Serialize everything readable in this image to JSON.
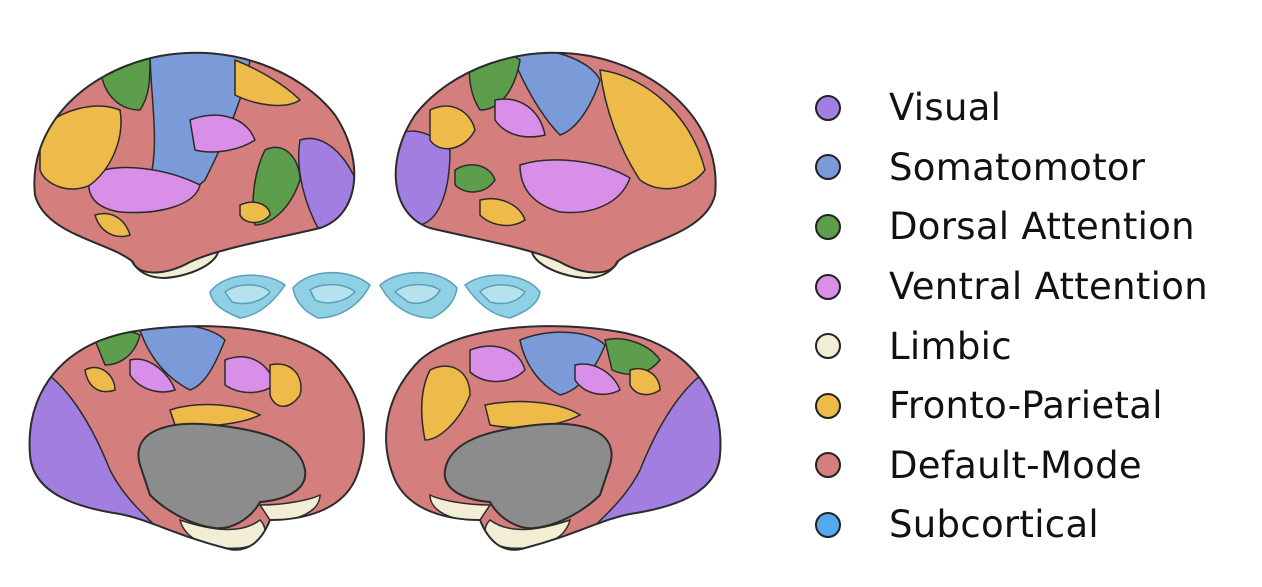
{
  "legend": {
    "items": [
      {
        "label": "Visual",
        "color": "#a27ee0"
      },
      {
        "label": "Somatomotor",
        "color": "#7b9ad8"
      },
      {
        "label": "Dorsal Attention",
        "color": "#5c9e4c"
      },
      {
        "label": "Ventral Attention",
        "color": "#d98ee8"
      },
      {
        "label": "Limbic",
        "color": "#f2eed6"
      },
      {
        "label": "Fronto-Parietal",
        "color": "#eeba49"
      },
      {
        "label": "Default-Mode",
        "color": "#d57e7e"
      },
      {
        "label": "Subcortical",
        "color": "#55a8ee"
      }
    ]
  },
  "colors": {
    "subcortical_render": "#8fd0e4",
    "medial_wall": "#8c8c8c",
    "outline": "#2b2b2b"
  }
}
